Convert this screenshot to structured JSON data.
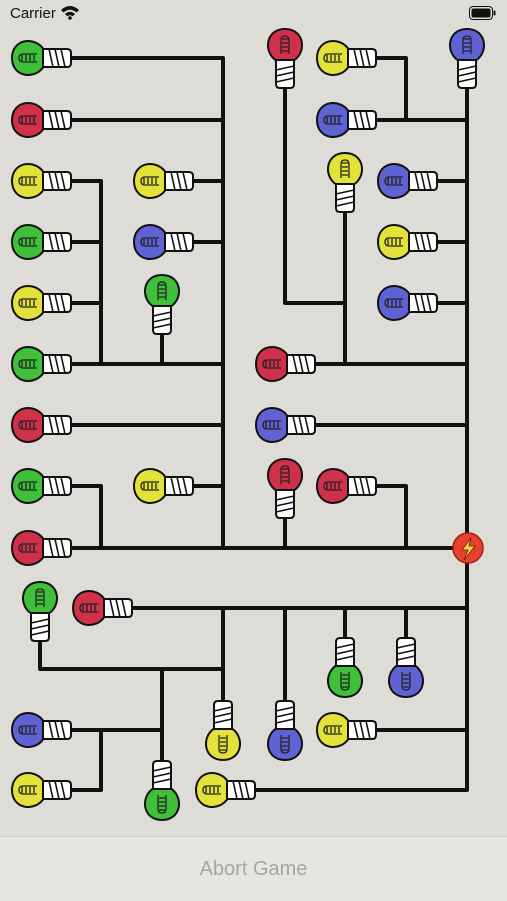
{
  "status_bar": {
    "carrier": "Carrier"
  },
  "footer": {
    "abort_label": "Abort Game"
  },
  "colors": {
    "background": "#dedcd6",
    "wire": "#111111",
    "green": "#3fbf3a",
    "red": "#d0304a",
    "yellow": "#e2e23a",
    "blue": "#5f62d2",
    "power": "#e8402a"
  },
  "power_source": {
    "icon": "lightning-bolt-icon"
  },
  "bulbs": [
    {
      "color": "green"
    },
    {
      "color": "red"
    },
    {
      "color": "yellow"
    },
    {
      "color": "green"
    },
    {
      "color": "yellow"
    },
    {
      "color": "green"
    },
    {
      "color": "red"
    },
    {
      "color": "green"
    },
    {
      "color": "red"
    },
    {
      "color": "yellow"
    },
    {
      "color": "blue"
    },
    {
      "color": "green"
    },
    {
      "color": "yellow"
    },
    {
      "color": "red"
    },
    {
      "color": "yellow"
    },
    {
      "color": "blue"
    },
    {
      "color": "blue"
    },
    {
      "color": "yellow"
    },
    {
      "color": "blue"
    },
    {
      "color": "yellow"
    },
    {
      "color": "blue"
    },
    {
      "color": "red"
    },
    {
      "color": "blue"
    },
    {
      "color": "red"
    },
    {
      "color": "red"
    },
    {
      "color": "green"
    },
    {
      "color": "red"
    },
    {
      "color": "green"
    },
    {
      "color": "blue"
    },
    {
      "color": "yellow"
    },
    {
      "color": "blue"
    },
    {
      "color": "yellow"
    },
    {
      "color": "green"
    },
    {
      "color": "blue"
    },
    {
      "color": "yellow"
    },
    {
      "color": "yellow"
    },
    {
      "color": "blue"
    }
  ]
}
